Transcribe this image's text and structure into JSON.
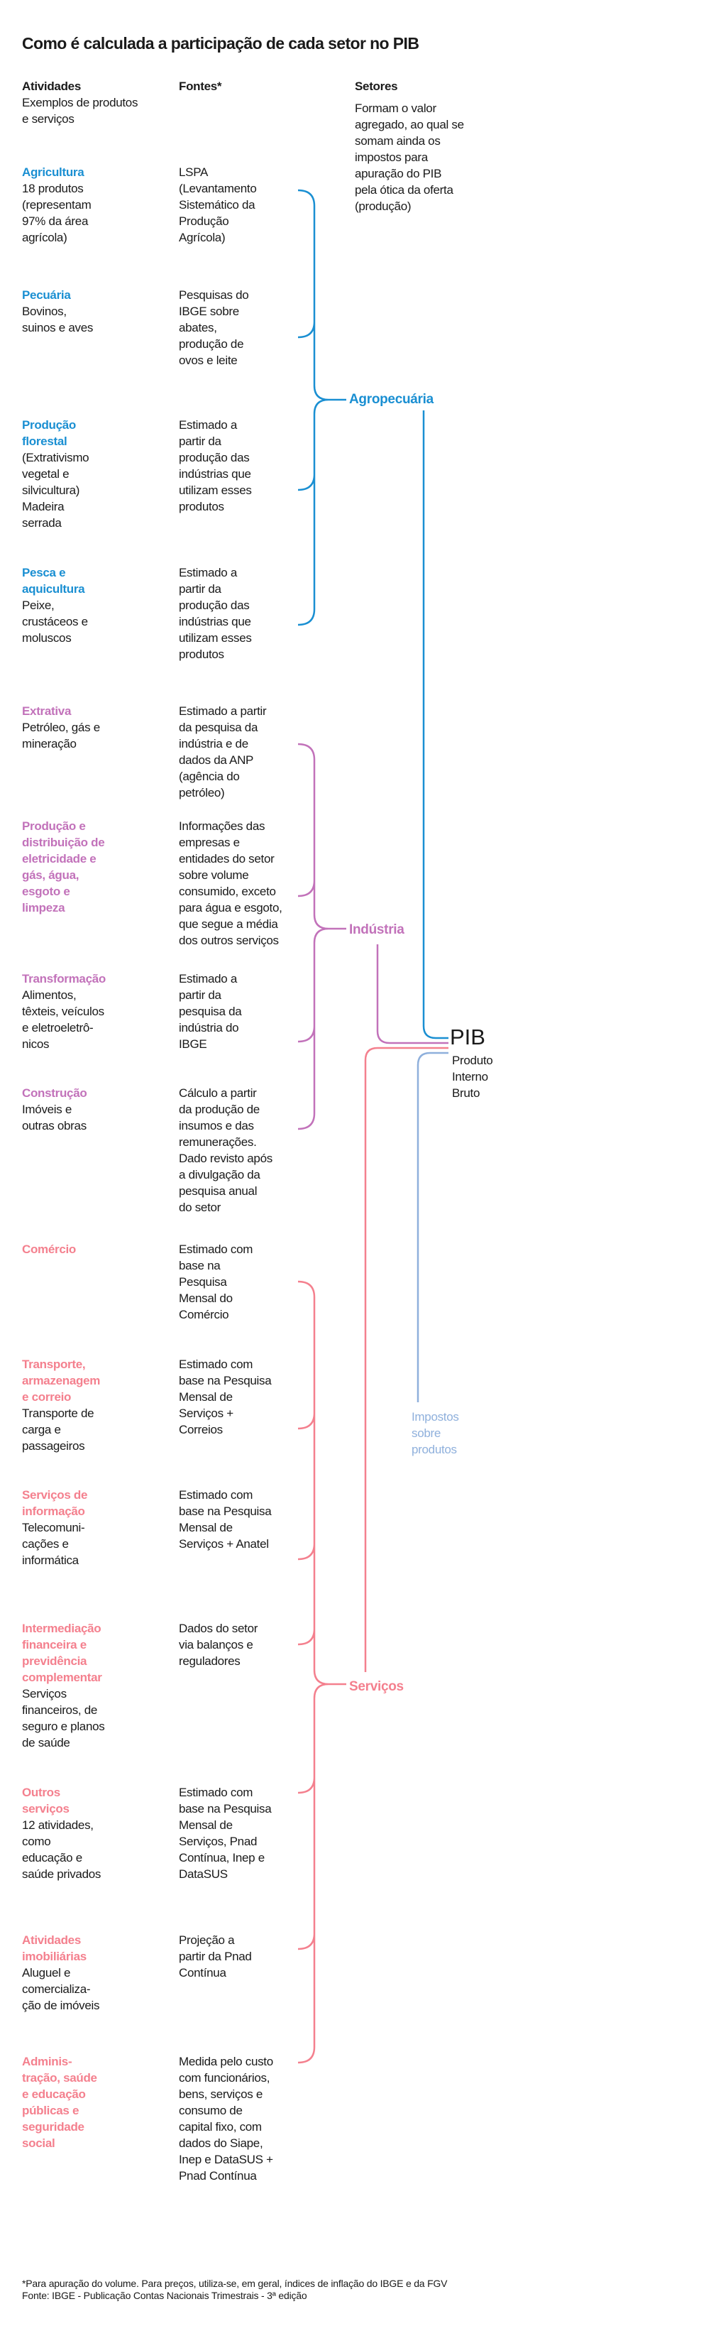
{
  "title": "Como é calculada a participação de cada setor no PIB",
  "headers": {
    "activities": "Atividades",
    "activities_sub": "Exemplos de produtos\ne serviços",
    "sources": "Fontes*",
    "sectors": "Setores",
    "sectors_sub": "Formam o valor\nagregado, ao qual se\nsomam ainda os\nimpostos para\napuração do PIB\npela ótica da oferta\n(produção)"
  },
  "colors": {
    "agro": "#1a8fd2",
    "industria": "#c272ba",
    "servicos": "#f4808e",
    "impostos": "#8fb0dc"
  },
  "sectors": {
    "agro": "Agropecuária",
    "industria": "Indústria",
    "servicos": "Serviços"
  },
  "pib": {
    "label": "PIB",
    "full": "Produto\nInterno\nBruto"
  },
  "taxes": "Impostos\nsobre\nprodutos",
  "rows": [
    {
      "sector": "agro",
      "name": "Agricultura",
      "desc": "18 produtos\n(representam\n97% da área\nagrícola)",
      "source": "LSPA\n(Levantamento\nSistemático da\nProdução\nAgrícola)"
    },
    {
      "sector": "agro",
      "name": "Pecuária",
      "desc": "Bovinos,\nsuinos e aves",
      "source": "Pesquisas do\nIBGE sobre\nabates,\nprodução de\novos e leite"
    },
    {
      "sector": "agro",
      "name": "Produção\nflorestal",
      "desc": "(Extrativismo\nvegetal e\nsilvicultura)\nMadeira\nserrada",
      "source": "Estimado a\npartir da\nprodução das\nindústrias que\nutilizam esses\nprodutos"
    },
    {
      "sector": "agro",
      "name": "Pesca e\naquicultura",
      "desc": "Peixe,\ncrustáceos e\nmoluscos",
      "source": "Estimado a\npartir da\nprodução das\nindústrias que\nutilizam esses\nprodutos"
    },
    {
      "sector": "industria",
      "name": "Extrativa",
      "desc": "Petróleo, gás e\nmineração",
      "source": "Estimado a partir\nda pesquisa da\nindústria e de\ndados da ANP\n(agência do\npetróleo)"
    },
    {
      "sector": "industria",
      "name": "Produção e\ndistribuição de\neletricidade e\ngás, água,\nesgoto e\nlimpeza",
      "desc": "",
      "source": "Informações das\nempresas e\nentidades do setor\nsobre volume\nconsumido, exceto\npara água e esgoto,\nque segue a média\ndos outros serviços"
    },
    {
      "sector": "industria",
      "name": "Transformação",
      "desc": "Alimentos,\ntêxteis, veículos\ne eletroeletrô-\nnicos",
      "source": "Estimado a\npartir da\npesquisa da\nindústria do\nIBGE"
    },
    {
      "sector": "industria",
      "name": "Construção",
      "desc": "Imóveis e\noutras obras",
      "source": "Cálculo a partir\nda produção de\ninsumos e das\nremunerações.\nDado revisto após\na divulgação da\npesquisa anual\ndo setor"
    },
    {
      "sector": "servicos",
      "name": "Comércio",
      "desc": "",
      "source": "Estimado com\nbase na\nPesquisa\nMensal do\nComércio"
    },
    {
      "sector": "servicos",
      "name": "Transporte,\narmazenagem\ne correio",
      "desc": "Transporte de\ncarga e\npassageiros",
      "source": "Estimado com\nbase na Pesquisa\nMensal de\nServiços +\nCorreios"
    },
    {
      "sector": "servicos",
      "name": "Serviços de\ninformação",
      "desc": "Telecomuni-\ncações e\ninformática",
      "source": "Estimado com\nbase na Pesquisa\nMensal de\nServiços + Anatel"
    },
    {
      "sector": "servicos",
      "name": "Intermediação\nfinanceira e\nprevidência\ncomplementar",
      "desc": "Serviços\nfinanceiros, de\nseguro e planos\nde saúde",
      "source": "Dados do setor\nvia balanços e\nreguladores"
    },
    {
      "sector": "servicos",
      "name": "Outros\nserviços",
      "desc": "12 atividades,\ncomo\neducação e\nsaúde privados",
      "source": "Estimado com\nbase na Pesquisa\nMensal de\nServiços, Pnad\nContínua, Inep e\nDataSUS"
    },
    {
      "sector": "servicos",
      "name": "Atividades\nimobiliárias",
      "desc": "Aluguel e\ncomercializa-\nção de imóveis",
      "source": "Projeção a\npartir da Pnad\nContínua"
    },
    {
      "sector": "servicos",
      "name": "Adminis-\ntração, saúde\ne educação\npúblicas e\nseguridade\nsocial",
      "desc": "",
      "source": "Medida pelo custo\ncom funcionários,\nbens, serviços e\nconsumo de\ncapital fixo, com\ndados do Siape,\nInep e DataSUS +\nPnad Contínua"
    }
  ],
  "footnote": "*Para apuração do volume. Para preços, utiliza-se, em geral, índices de inflação do IBGE e da FGV",
  "source_note": "Fonte: IBGE - Publicação Contas Nacionais Trimestrais - 3ª edição"
}
